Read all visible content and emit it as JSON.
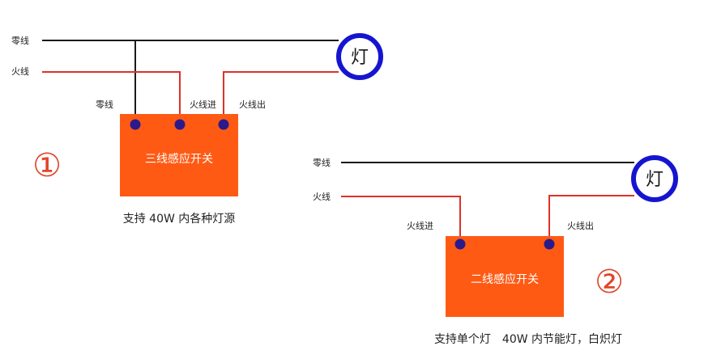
{
  "diagram1": {
    "number": "①",
    "left_neutral_label": "零线",
    "left_live_label": "火线",
    "lamp": "灯",
    "terminal_neutral": "零线",
    "terminal_live_in": "火线进",
    "terminal_live_out": "火线出",
    "box_label": "三线感应开关",
    "caption": "支持 40W 内各种灯源"
  },
  "diagram2": {
    "number": "②",
    "left_neutral_label": "零线",
    "left_live_label": "火线",
    "lamp": "灯",
    "terminal_live_in": "火线进",
    "terminal_live_out": "火线出",
    "box_label": "二线感应开关",
    "caption": "支持单个灯　40W 内节能灯，白炽灯"
  },
  "colors": {
    "neutral_wire": "#1a1a1a",
    "live_wire": "#e0302a",
    "switch_box": "#ff5a14",
    "terminal": "#2a1a8c",
    "lamp_ring": "#1515d0",
    "number": "#e0452a"
  }
}
